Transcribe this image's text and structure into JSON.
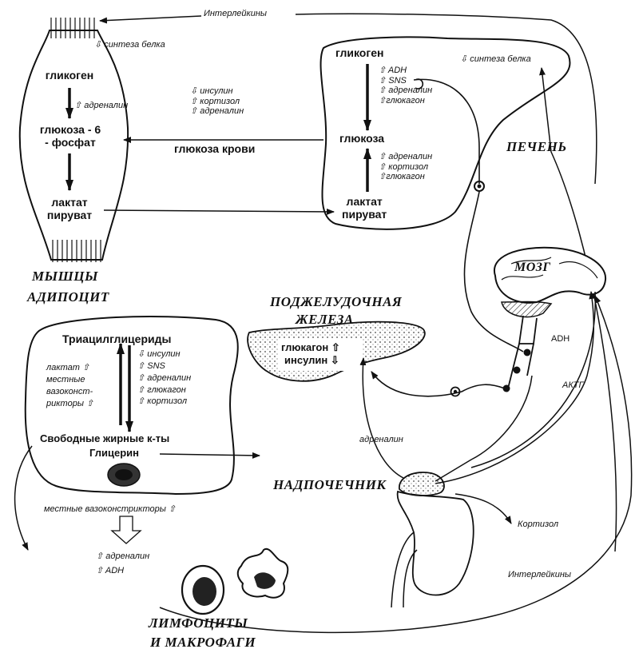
{
  "top_arrow_label": "Интерлейкины",
  "muscle": {
    "title_line1": "МЫШЦЫ",
    "title_line2": "АДИПОЦИТ",
    "protein_synthesis": "⇩ синтеза белка",
    "glycogen": "гликоген",
    "adrenaline": "⇧ адреналин",
    "g6p_line1": "глюкоза - 6",
    "g6p_line2": "- фосфат",
    "lactate": "лактат",
    "pyruvate": "пируват"
  },
  "middle_hormones": [
    "⇩ инсулин",
    "⇧ кортизол",
    "⇧ адреналин"
  ],
  "blood_glucose": "глюкоза крови",
  "liver": {
    "title": "ПЕЧЕНЬ",
    "glycogen": "гликоген",
    "upper_hormones": [
      "⇧ ADH",
      "⇧ SNS",
      "⇧ адреналин",
      "⇧глюкагон"
    ],
    "protein_synthesis": "⇩ синтеза белка",
    "glucose": "глюкоза",
    "lower_hormones": [
      "⇧ адреналин",
      "⇧ кортизол",
      "⇧глюкагон"
    ],
    "lactate": "лактат",
    "pyruvate": "пируват"
  },
  "brain": {
    "title": "МОЗГ"
  },
  "pancreas": {
    "title_line1": "ПОДЖЕЛУДОЧНАЯ",
    "title_line2": "ЖЕЛЕЗА",
    "glucagon": "глюкагон ⇧",
    "insulin": "инсулин ⇩"
  },
  "adipocyte": {
    "tag": "Триацилглицериды",
    "hormones": [
      "⇩ инсулин",
      "⇧ SNS",
      "⇧ адреналин",
      "⇧ глюкагон",
      "⇧ кортизол"
    ],
    "left_factors": [
      "лактат ⇧",
      "местные",
      "вазоконст-",
      "рикторы ⇧"
    ],
    "ffa": "Свободные жирные к-ты",
    "glycerol": "Глицерин"
  },
  "local_vasoconstrictors": "местные вазоконстрикторы ⇧",
  "bottom_hormones": [
    "⇧ адреналин",
    "⇧ ADH"
  ],
  "adh_label": "ADH",
  "actg_label": "АКТГ",
  "adrenaline_label": "адреналин",
  "adrenal": {
    "title": "НАДПОЧЕЧНИК",
    "cortisol": "Кортизол"
  },
  "interleukins_bottom": "Интерлейкины",
  "immune": {
    "title_line1": "ЛИМФОЦИТЫ",
    "title_line2": "И МАКРОФАГИ"
  }
}
